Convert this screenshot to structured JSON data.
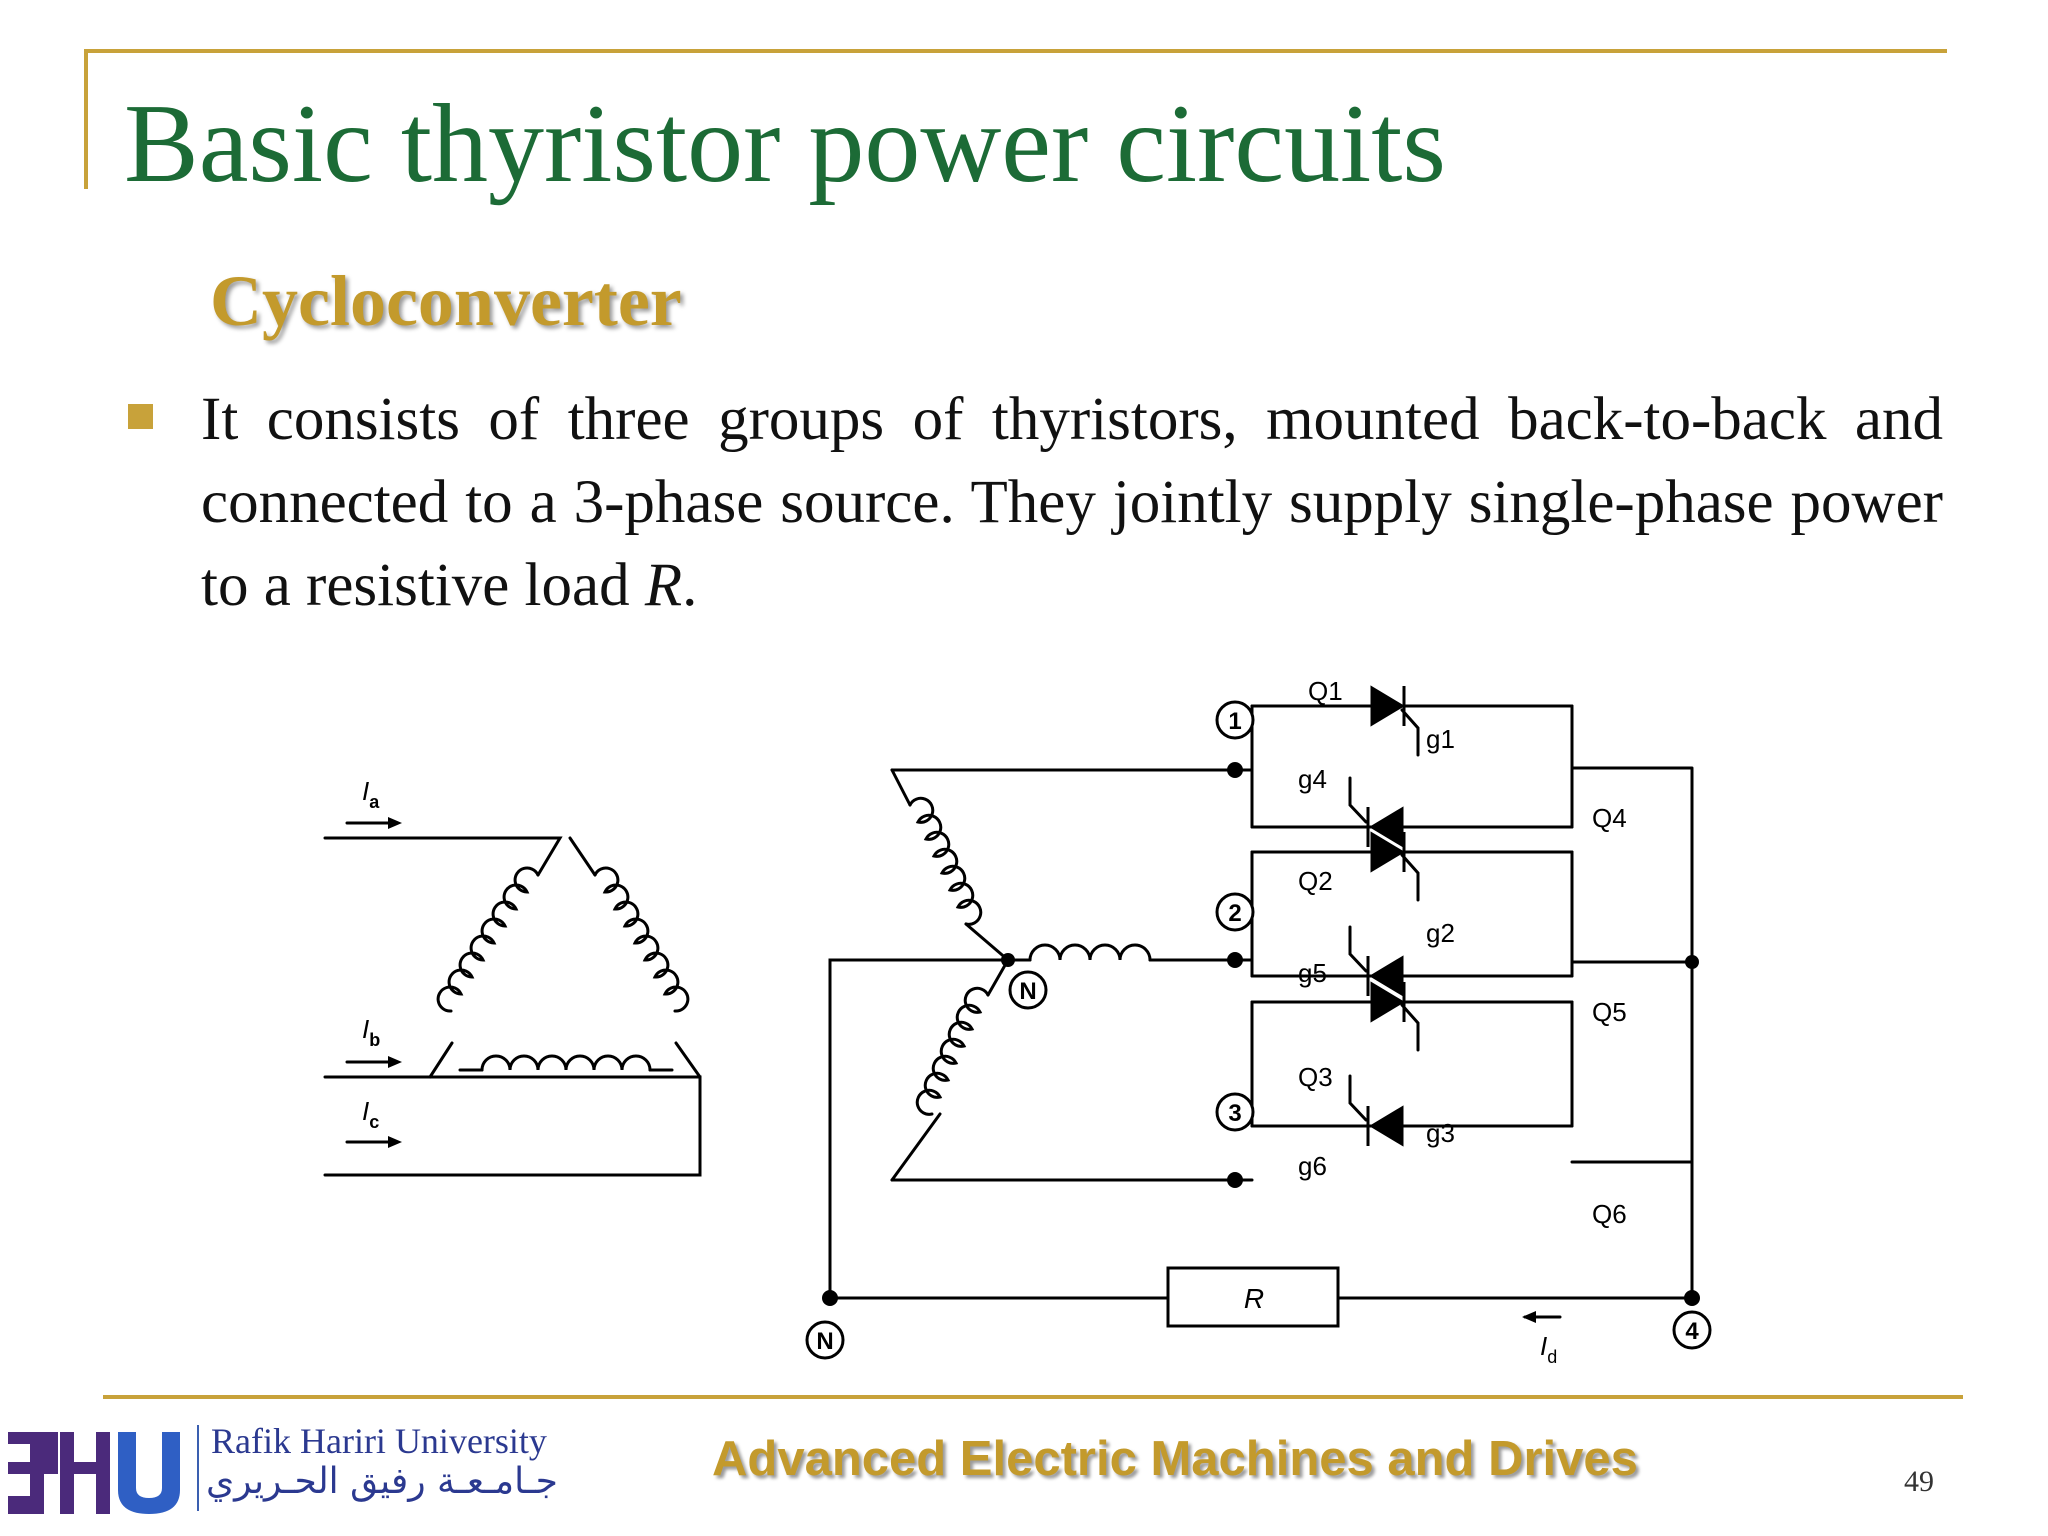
{
  "slide": {
    "title": "Basic thyristor power circuits",
    "subtitle": "Cycloconverter",
    "bullet_text_before_r": "It consists of three groups of thyristors, mounted back-to-back and connected to a 3-phase source. They jointly supply single-phase power to a resistive load ",
    "bullet_text_r": "R",
    "bullet_text_end": ".",
    "page_number": "49"
  },
  "diagram": {
    "currents": {
      "ia": "I",
      "ia_sub": "a",
      "ib": "I",
      "ib_sub": "b",
      "ic": "I",
      "ic_sub": "c",
      "id": "I",
      "id_sub": "d"
    },
    "nodes": {
      "n1": "1",
      "n2": "2",
      "n3": "3",
      "n4": "4",
      "neutral_star": "N",
      "neutral_return": "N"
    },
    "thyristors": [
      "Q1",
      "Q2",
      "Q3",
      "Q4",
      "Q5",
      "Q6"
    ],
    "gates": [
      "g1",
      "g2",
      "g3",
      "g4",
      "g5",
      "g6"
    ],
    "load_label": "R"
  },
  "footer": {
    "university_en": "Rafik Hariri University",
    "university_ar": "جـامـعـة رفيق الحـريري",
    "course_title": "Advanced Electric Machines and Drives"
  },
  "colors": {
    "title_green": "#1c6b36",
    "accent_gold": "#c8a23a",
    "subtitle_gold": "#c39a2c",
    "logo_purple": "#4b2a7b",
    "logo_blue": "#2f5fc4"
  }
}
